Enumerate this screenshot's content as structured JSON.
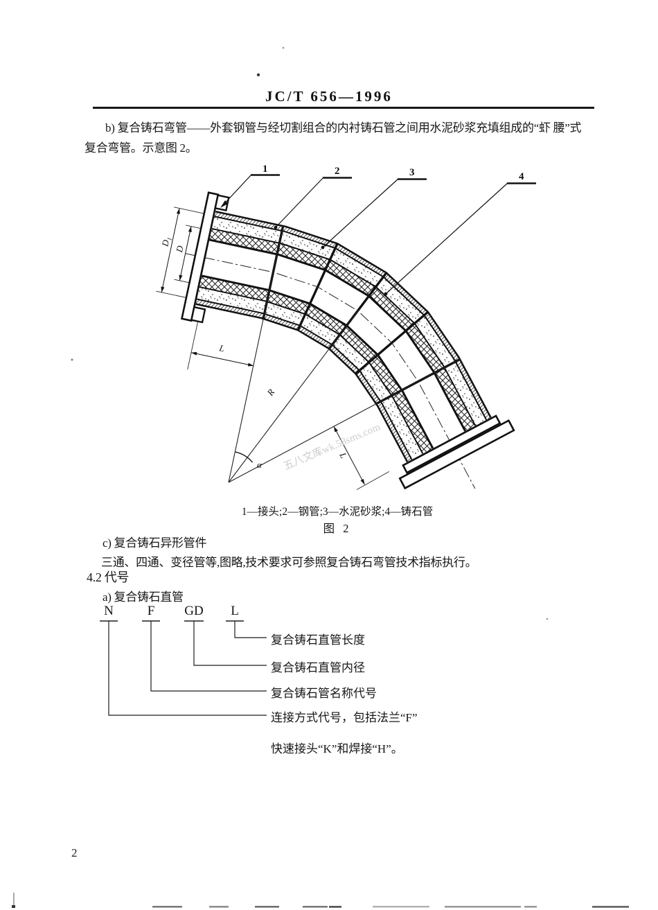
{
  "page": {
    "header_title": "JC/T 656—1996",
    "page_number": "2",
    "watermark": "五八文库wk.58sms.com"
  },
  "paragraph_b": {
    "line1": "b) 复合铸石弯管——外套钢管与经切割组合的内衬铸石管之间用水泥砂浆充填组成的“虾 腰”式",
    "line2": "复合弯管。示意图 2。"
  },
  "figure": {
    "callouts": {
      "n1": "1",
      "n2": "2",
      "n3": "3",
      "n4": "4"
    },
    "dims": {
      "outer_dia_main": "D",
      "outer_dia_sub": "1",
      "bore_dia": "D",
      "length": "L",
      "radius": "R",
      "angle": "α"
    },
    "caption": "1—接头;2—钢管;3—水泥砂浆;4—铸石管",
    "figure_label": "图  2"
  },
  "section_c": {
    "heading": "c) 复合铸石异形管件",
    "body": "三通、四通、变径管等,图略,技术要求可参照复合铸石弯管技术指标执行。"
  },
  "section_4_2": {
    "heading": "4.2  代号",
    "item_a": "a) 复合铸石直管"
  },
  "code_diagram": {
    "symbols": [
      "N",
      "F",
      "GD",
      "L"
    ],
    "desc_length": "复合铸石直管长度",
    "desc_diameter": "复合铸石直管内径",
    "desc_name": "复合铸石管名称代号",
    "desc_connection_1": "连接方式代号，包括法兰“F”",
    "desc_connection_2": "快速接头“K”和焊接“H”。"
  }
}
